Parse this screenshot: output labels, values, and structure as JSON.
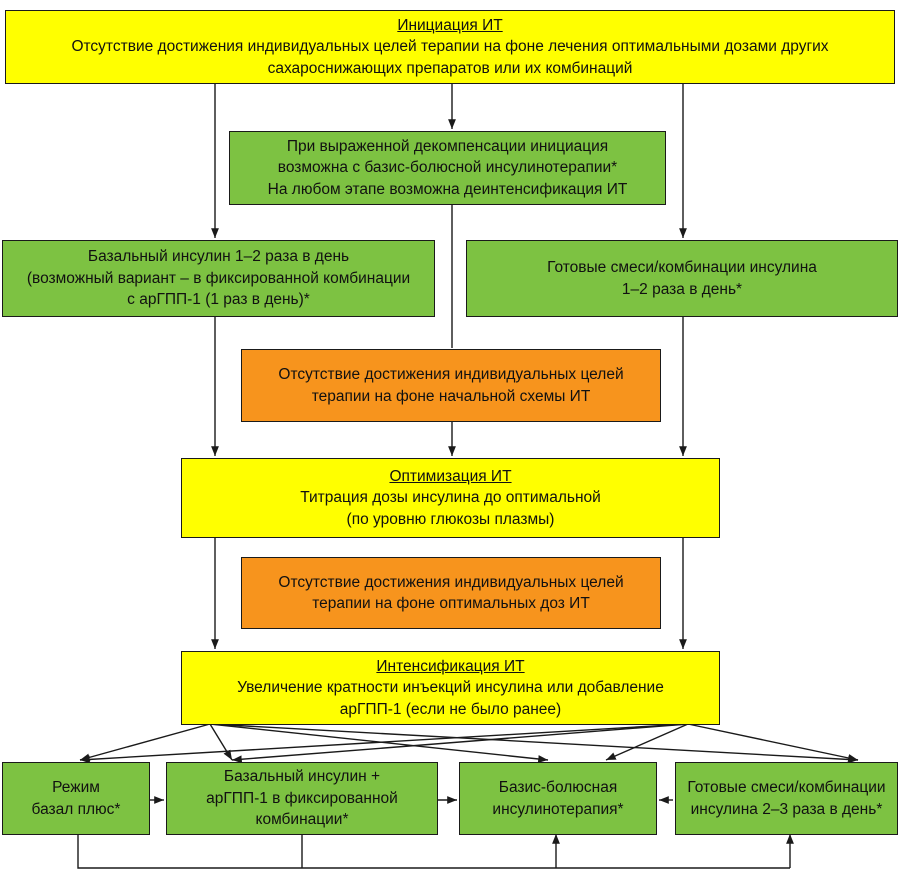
{
  "colors": {
    "yellow": "#ffff00",
    "green": "#7dc242",
    "orange": "#f7941d",
    "line": "#1a1a1a"
  },
  "initiation": {
    "title": "Инициация ИТ",
    "line1": "Отсутствие достижения индивидуальных целей терапии на фоне лечения оптимальными дозами других",
    "line2": "сахароснижающих препаратов или их комбинаций"
  },
  "decompensation": {
    "line1": "При выраженной декомпенсации инициация",
    "line2": "возможна с базис-болюсной инсулинотерапии*",
    "line3": "На любом этапе возможна деинтенсификация ИТ"
  },
  "basal": {
    "line1": "Базальный инсулин 1–2 раза в день",
    "line2": "(возможный вариант – в фиксированной комбинации",
    "line3": "с арГПП-1 (1 раз в день)*"
  },
  "premix": {
    "line1": "Готовые смеси/комбинации инсулина",
    "line2": "1–2 раза в день*"
  },
  "fail_initial": {
    "line1": "Отсутствие достижения индивидуальных целей",
    "line2": "терапии на фоне начальной схемы ИТ"
  },
  "optimization": {
    "title": "Оптимизация ИТ",
    "line1": "Титрация дозы инсулина до оптимальной",
    "line2": "(по уровню глюкозы плазмы)"
  },
  "fail_optimal": {
    "line1": "Отсутствие достижения индивидуальных целей",
    "line2": "терапии на фоне оптимальных доз ИТ"
  },
  "intensification": {
    "title": "Интенсификация ИТ",
    "line1": "Увеличение кратности инъекций инсулина или добавление",
    "line2": "арГПП-1 (если не было ранее)"
  },
  "basal_plus": {
    "line1": "Режим",
    "line2": "базал плюс*"
  },
  "basal_glp1": {
    "line1": "Базальный инсулин +",
    "line2": "арГПП-1 в фиксированной",
    "line3": "комбинации*"
  },
  "basis_bolus": {
    "line1": "Базис-болюсная",
    "line2": "инсулинотерапия*"
  },
  "premix_multi": {
    "line1": "Готовые смеси/комбинации",
    "line2": "инсулина 2–3 раза в день*"
  }
}
